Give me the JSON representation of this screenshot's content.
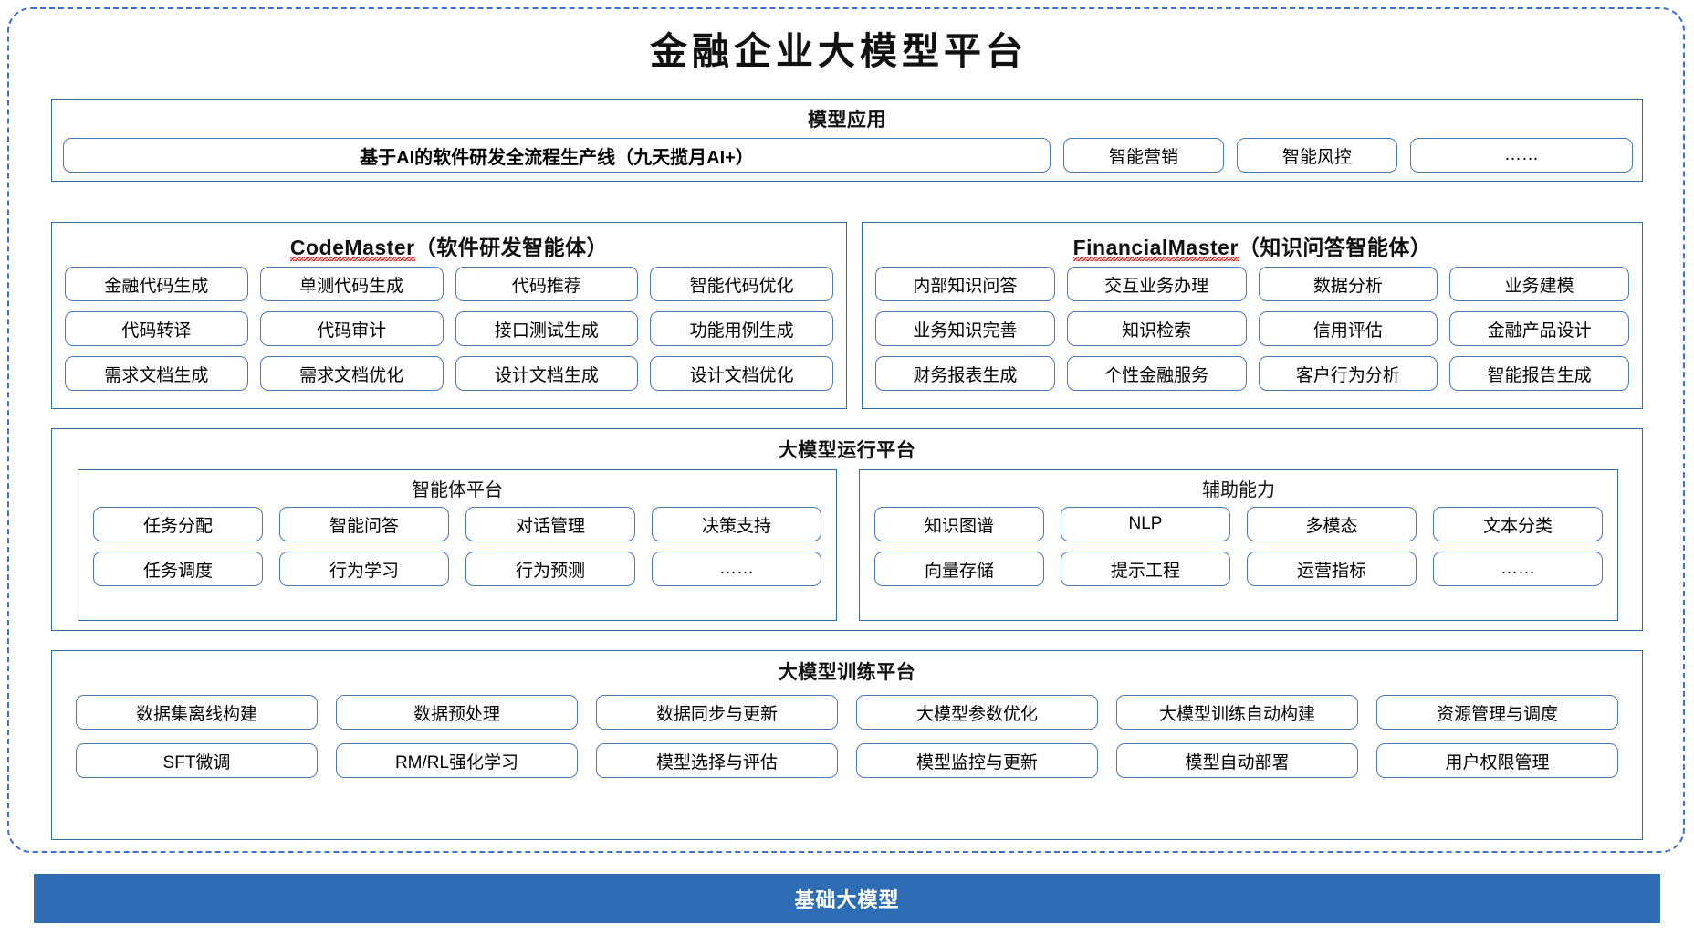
{
  "title": "金融企业大模型平台",
  "colors": {
    "outer_border": "#3d6fd4",
    "panel_border": "#2f6da4",
    "chip_border": "#4878b8",
    "foundation_bar": "#2e6db4",
    "spellcheck_underline": "#e02b20"
  },
  "model_application": {
    "title": "模型应用",
    "hero": "基于AI的软件研发全流程生产线（九天揽月AI+）",
    "items": [
      "智能营销",
      "智能风控",
      "……"
    ]
  },
  "code_master": {
    "brand": "CodeMaster",
    "suffix": "（软件研发智能体）",
    "items": [
      "金融代码生成",
      "单测代码生成",
      "代码推荐",
      "智能代码优化",
      "代码转译",
      "代码审计",
      "接口测试生成",
      "功能用例生成",
      "需求文档生成",
      "需求文档优化",
      "设计文档生成",
      "设计文档优化"
    ]
  },
  "financial_master": {
    "brand": "FinancialMaster",
    "suffix": "（知识问答智能体）",
    "items": [
      "内部知识问答",
      "交互业务办理",
      "数据分析",
      "业务建模",
      "业务知识完善",
      "知识检索",
      "信用评估",
      "金融产品设计",
      "财务报表生成",
      "个性金融服务",
      "客户行为分析",
      "智能报告生成"
    ]
  },
  "runtime_platform": {
    "title": "大模型运行平台",
    "agent_platform": {
      "title": "智能体平台",
      "items": [
        "任务分配",
        "智能问答",
        "对话管理",
        "决策支持",
        "任务调度",
        "行为学习",
        "行为预测",
        "……"
      ]
    },
    "assist_capability": {
      "title": "辅助能力",
      "items": [
        "知识图谱",
        "NLP",
        "多模态",
        "文本分类",
        "向量存储",
        "提示工程",
        "运营指标",
        "……"
      ]
    }
  },
  "training_platform": {
    "title": "大模型训练平台",
    "items": [
      "数据集离线构建",
      "数据预处理",
      "数据同步与更新",
      "大模型参数优化",
      "大模型训练自动构建",
      "资源管理与调度",
      "SFT微调",
      "RM/RL强化学习",
      "模型选择与评估",
      "模型监控与更新",
      "模型自动部署",
      "用户权限管理"
    ]
  },
  "foundation": {
    "label": "基础大模型"
  }
}
